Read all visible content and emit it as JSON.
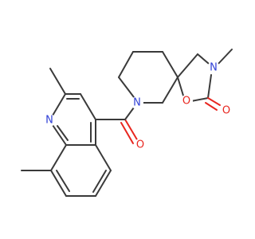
{
  "molecule": {
    "atoms": {
      "quinoline_n": "N",
      "carbonyl_o": "O",
      "piperidine_n": "N",
      "ring_o": "O",
      "oxazolidinone_n": "N",
      "oxazolidinone_o": "O"
    },
    "colors": {
      "bond": "#3a3a3a",
      "oxygen": "#e8261f",
      "nitrogen": "#2f3fd6",
      "background": "#ffffff"
    }
  }
}
